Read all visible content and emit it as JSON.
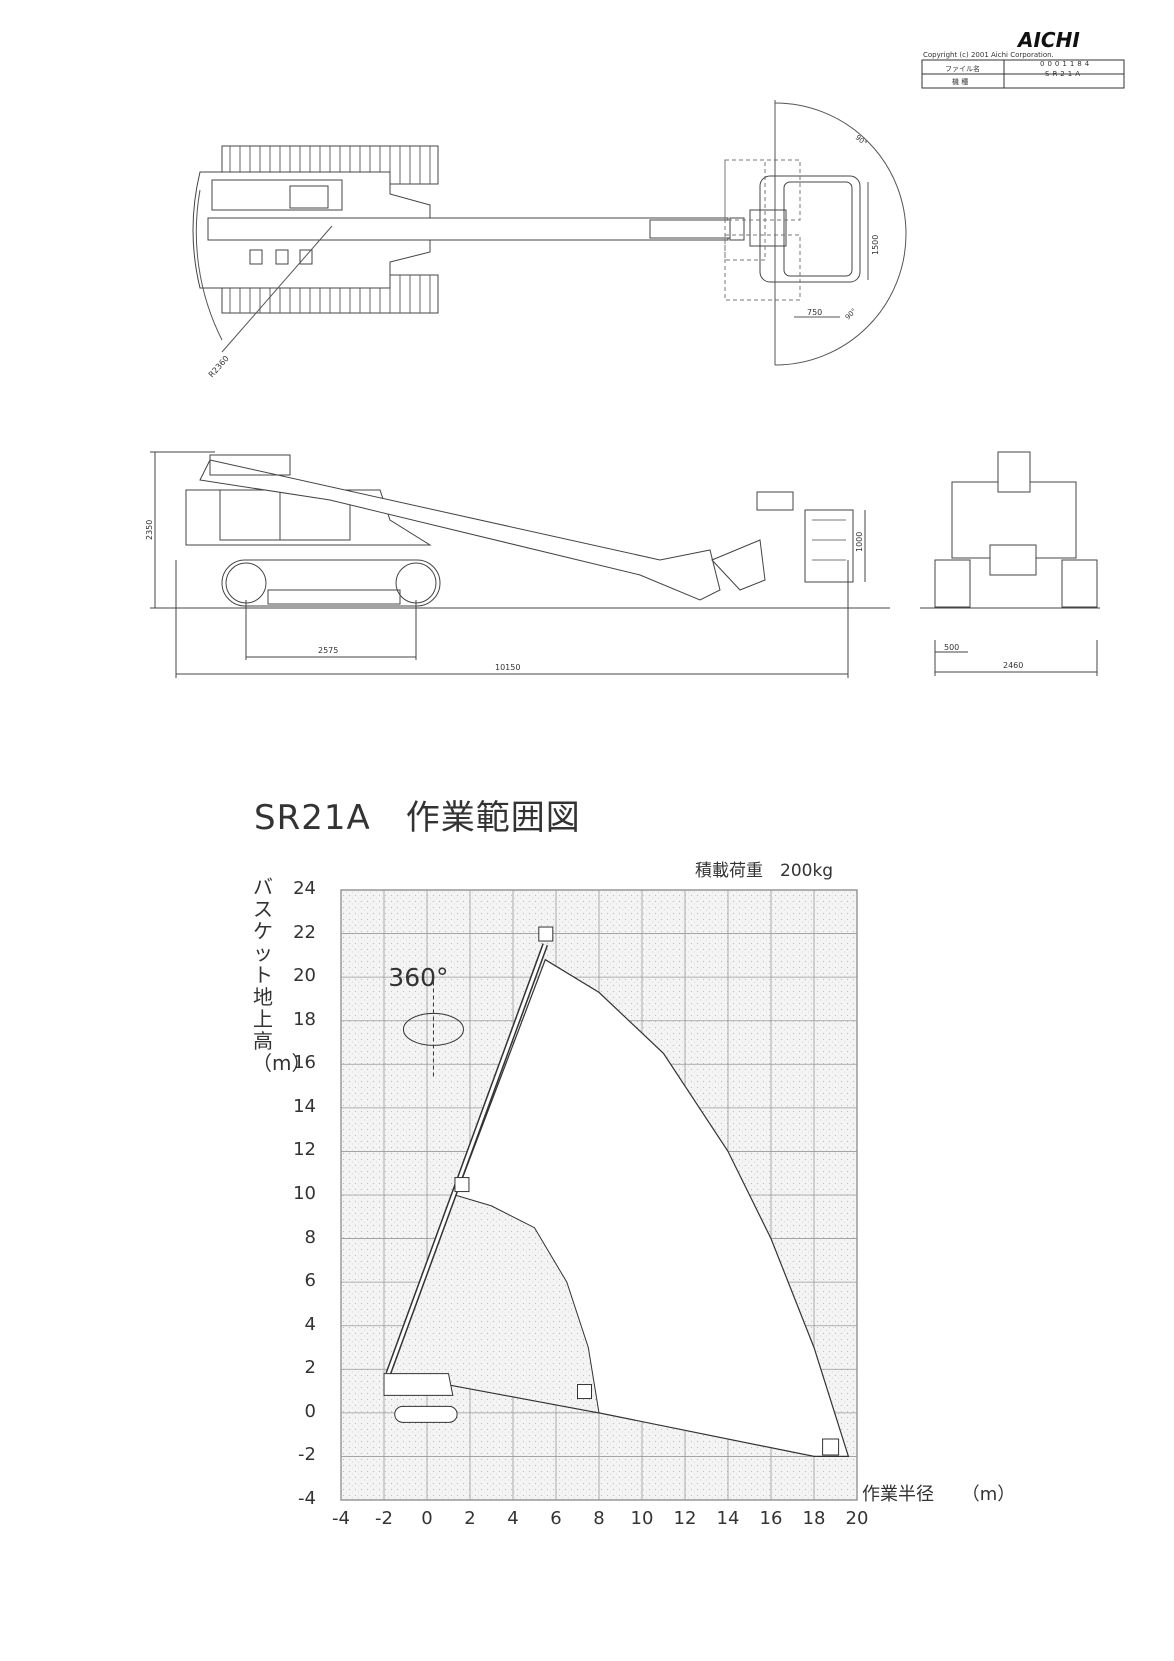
{
  "brand": {
    "logo": "AICHI",
    "copyright": "Copyright (c) 2001 Aichi Corporation.",
    "file_label": "ファイル名",
    "file_value": "0001184",
    "model_label": "機 種",
    "model_value": "SR21A"
  },
  "dimensions": {
    "plan": {
      "swing_radius": "R2360",
      "basket_depth": "750",
      "basket_width": "1500",
      "rot_a": "90°",
      "rot_b": "90°"
    },
    "side": {
      "height": "2350",
      "track_length": "2575",
      "overall_length": "10150",
      "basket_height": "1000"
    },
    "rear": {
      "track_width": "500",
      "overall_width": "2460"
    }
  },
  "range_chart": {
    "title": "SR21A　作業範囲図",
    "load": "積載荷重　200kg",
    "rotation": "360°",
    "ylabel": "バスケット地上高（m）",
    "xlabel": "作業半径",
    "xunit": "（m）"
  },
  "chart_data": {
    "type": "diagram",
    "x_ticks": [
      "-4",
      "-2",
      "0",
      "2",
      "4",
      "6",
      "8",
      "10",
      "12",
      "14",
      "16",
      "18",
      "20"
    ],
    "y_ticks": [
      "24",
      "22",
      "20",
      "18",
      "16",
      "14",
      "12",
      "10",
      "8",
      "6",
      "4",
      "2",
      "0",
      "-2",
      "-4"
    ],
    "xlim": [
      -4,
      20
    ],
    "ylim": [
      -4,
      24
    ],
    "grid": true,
    "envelope_outer": [
      [
        -1.8,
        1.8
      ],
      [
        5.5,
        20.8
      ],
      [
        8,
        19.3
      ],
      [
        11,
        16.5
      ],
      [
        14,
        12
      ],
      [
        16,
        8
      ],
      [
        18,
        3
      ],
      [
        19.6,
        -2
      ],
      [
        18,
        -2
      ],
      [
        8,
        0
      ],
      [
        -1.8,
        1.8
      ]
    ],
    "envelope_inner": [
      [
        1.3,
        10
      ],
      [
        3,
        9.5
      ],
      [
        5,
        8.5
      ],
      [
        6.5,
        6
      ],
      [
        7.5,
        3
      ],
      [
        8,
        0
      ],
      [
        -1.8,
        1.8
      ]
    ],
    "boom_top": [
      [
        -1.8,
        1.8
      ],
      [
        5.5,
        21.5
      ]
    ]
  }
}
